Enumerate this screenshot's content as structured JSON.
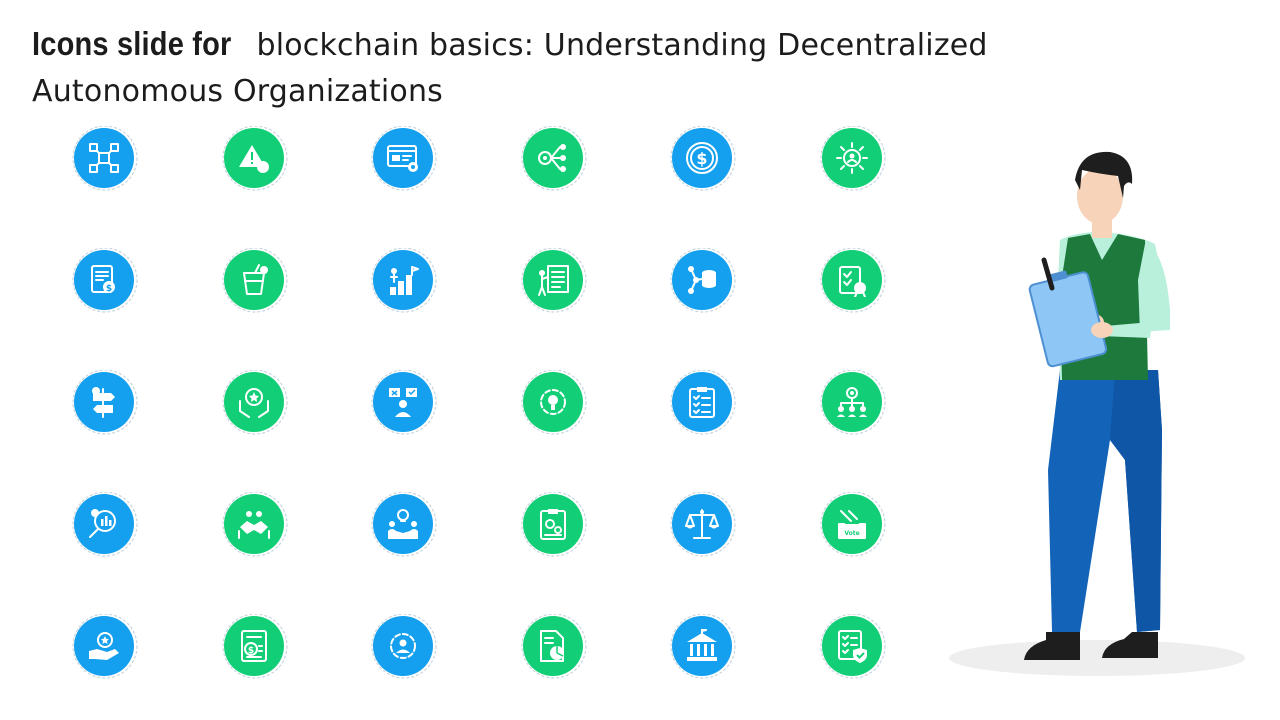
{
  "title": {
    "lead": "Icons slide for",
    "rest": " blockchain basics: Understanding Decentralized Autonomous Organizations"
  },
  "colors": {
    "blue": "#14a0ee",
    "green": "#12cf77",
    "ring": "#c9d6df"
  },
  "icons": [
    {
      "name": "blockchain-cubes-icon",
      "color": "blue"
    },
    {
      "name": "warning-hand-icon",
      "color": "green"
    },
    {
      "name": "web-settings-icon",
      "color": "blue"
    },
    {
      "name": "network-flow-icon",
      "color": "green"
    },
    {
      "name": "dollar-coin-icon",
      "color": "blue"
    },
    {
      "name": "user-network-icon",
      "color": "green"
    },
    {
      "name": "document-coin-icon",
      "color": "blue"
    },
    {
      "name": "drink-cup-icon",
      "color": "green"
    },
    {
      "name": "growth-stairs-icon",
      "color": "blue"
    },
    {
      "name": "presentation-board-icon",
      "color": "green"
    },
    {
      "name": "database-network-icon",
      "color": "blue"
    },
    {
      "name": "certificate-checklist-icon",
      "color": "green"
    },
    {
      "name": "dollar-signpost-icon",
      "color": "blue"
    },
    {
      "name": "hands-star-icon",
      "color": "green"
    },
    {
      "name": "decision-person-icon",
      "color": "blue"
    },
    {
      "name": "gear-bulb-icon",
      "color": "green"
    },
    {
      "name": "clipboard-checklist-icon",
      "color": "blue"
    },
    {
      "name": "team-target-icon",
      "color": "green"
    },
    {
      "name": "search-analytics-icon",
      "color": "blue"
    },
    {
      "name": "handshake-hands-icon",
      "color": "green"
    },
    {
      "name": "idea-handshake-icon",
      "color": "blue"
    },
    {
      "name": "clipboard-gears-icon",
      "color": "green"
    },
    {
      "name": "justice-scale-icon",
      "color": "blue"
    },
    {
      "name": "ballot-vote-icon",
      "color": "green",
      "label": "Vote"
    },
    {
      "name": "hand-award-icon",
      "color": "blue"
    },
    {
      "name": "dollar-document-icon",
      "color": "green"
    },
    {
      "name": "gear-user-icon",
      "color": "blue"
    },
    {
      "name": "document-chart-icon",
      "color": "green"
    },
    {
      "name": "bank-building-icon",
      "color": "blue"
    },
    {
      "name": "shield-checklist-icon",
      "color": "green"
    }
  ]
}
